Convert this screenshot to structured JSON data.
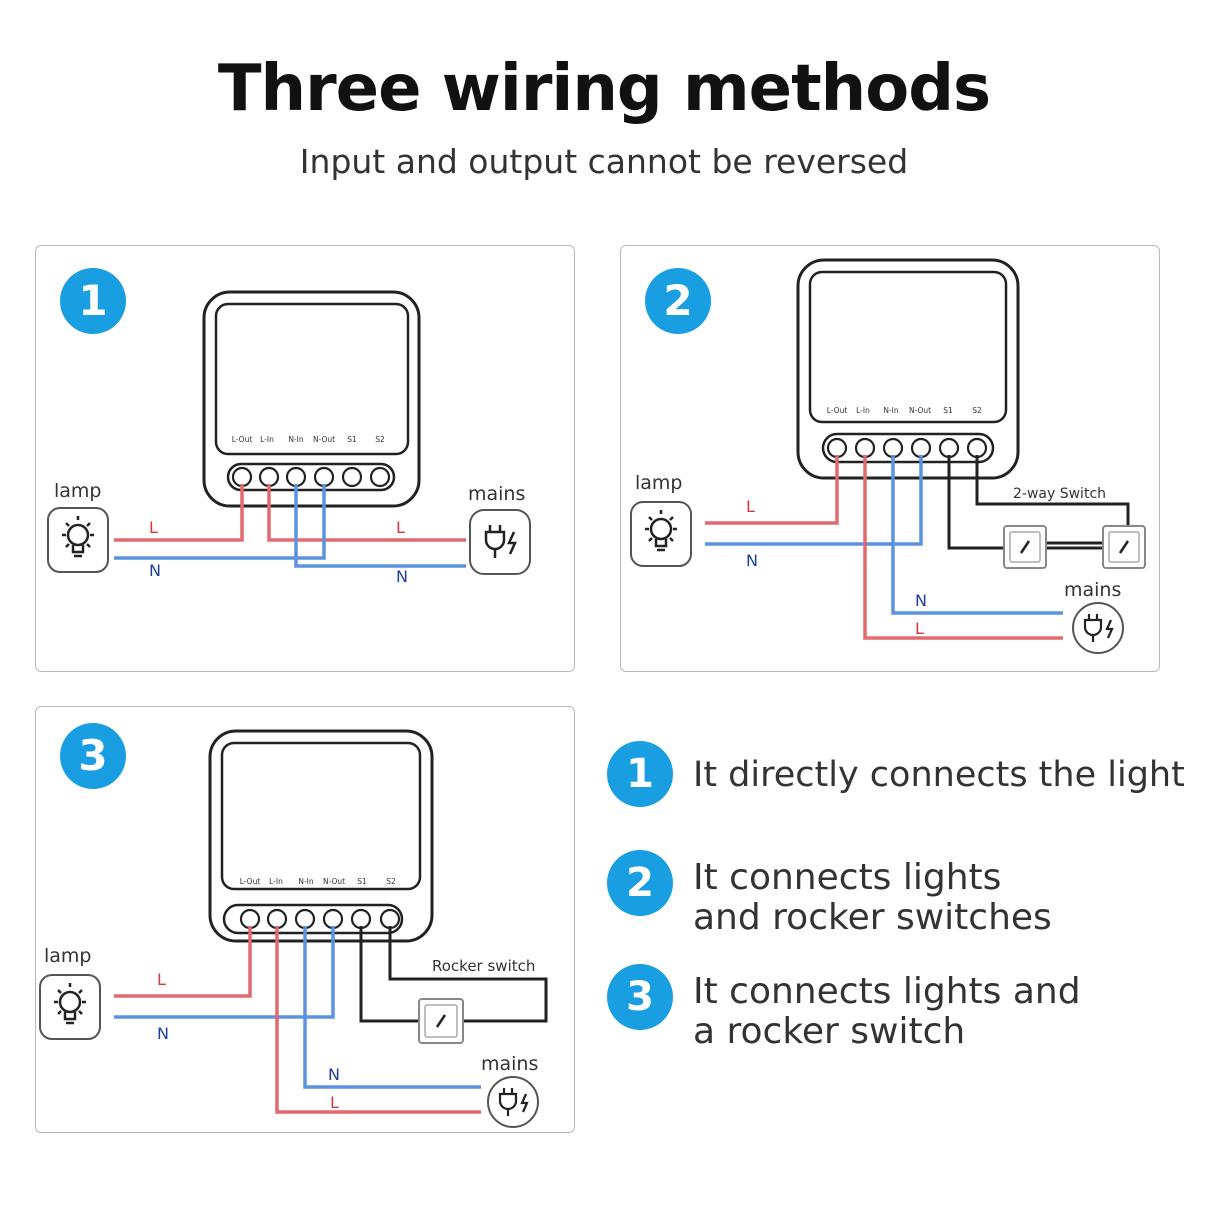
{
  "header": {
    "title": "Three  wiring methods",
    "subtitle": "Input and output cannot be reversed"
  },
  "terminal_labels": [
    "L-Out",
    "L-In",
    "N-In",
    "N-Out",
    "S1",
    "S2"
  ],
  "wire_labels": {
    "live": "L",
    "neutral": "N"
  },
  "component_labels": {
    "lamp": "lamp",
    "mains": "mains",
    "two_way_switch": "2-way Switch",
    "rocker_switch": "Rocker switch"
  },
  "panels": [
    {
      "number": "1"
    },
    {
      "number": "2"
    },
    {
      "number": "3"
    }
  ],
  "legend": [
    {
      "number": "1",
      "text": "It directly connects the light"
    },
    {
      "number": "2",
      "text": "It connects lights and rocker switches"
    },
    {
      "number": "3",
      "text": "It connects lights and a rocker switch"
    }
  ],
  "colors": {
    "live_wire": "#e06a6f",
    "neutral_wire": "#5c93e0",
    "badge": "#1a9ee2",
    "label_live": "#d4373f",
    "label_neutral": "#1f3f9a"
  },
  "icons": [
    "lightbulb-icon",
    "plug-icon",
    "switch-icon"
  ]
}
